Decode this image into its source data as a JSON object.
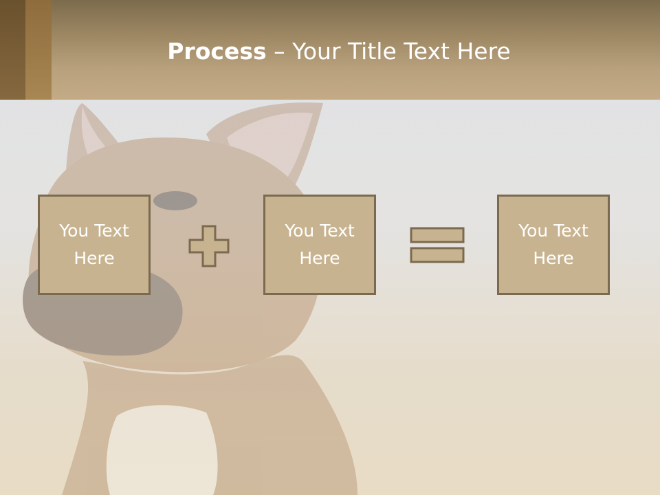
{
  "slide": {
    "title_bold": "Process",
    "title_rest": " – Your Title Text Here",
    "boxes": [
      {
        "label": "You Text Here"
      },
      {
        "label": "You Text Here"
      },
      {
        "label": "You Text Here"
      }
    ],
    "operators": [
      "plus-icon",
      "equals-icon"
    ]
  },
  "colors": {
    "header": "#b9a17d",
    "box_fill": "#c8b390",
    "box_border": "#7b6a4f",
    "text": "#ffffff"
  }
}
